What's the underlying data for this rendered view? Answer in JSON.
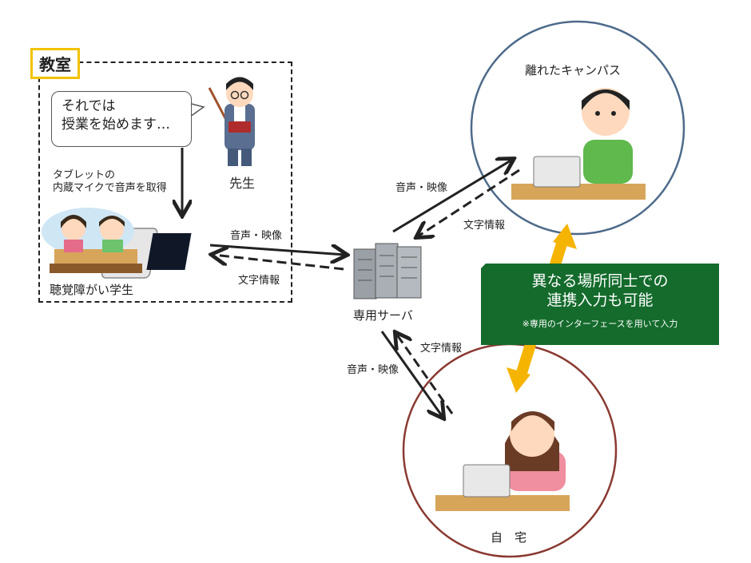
{
  "classroom": {
    "label": "教室",
    "speech_line1": "それでは",
    "speech_line2": "授業を始めます…",
    "teacher_label": "先生",
    "tablet_note_line1": "タブレットの",
    "tablet_note_line2": "内蔵マイクで音声を取得",
    "students_label": "聴覚障がい学生"
  },
  "server": {
    "label": "専用サーバ"
  },
  "remote_campus": {
    "label": "離れたキャンパス"
  },
  "home": {
    "label": "自　宅"
  },
  "banner": {
    "title_line1": "異なる場所同士での",
    "title_line2": "連携入力も可能",
    "note": "※専用のインターフェースを用いて入力"
  },
  "flows": {
    "av": "音声・映像",
    "text": "文字情報"
  },
  "colors": {
    "classroom_label_border": "#f2c200",
    "campus_circle": "#4d6a8a",
    "home_circle": "#8a3a32",
    "banner_bg": "#146b2c",
    "link_arrow": "#f5b400"
  }
}
